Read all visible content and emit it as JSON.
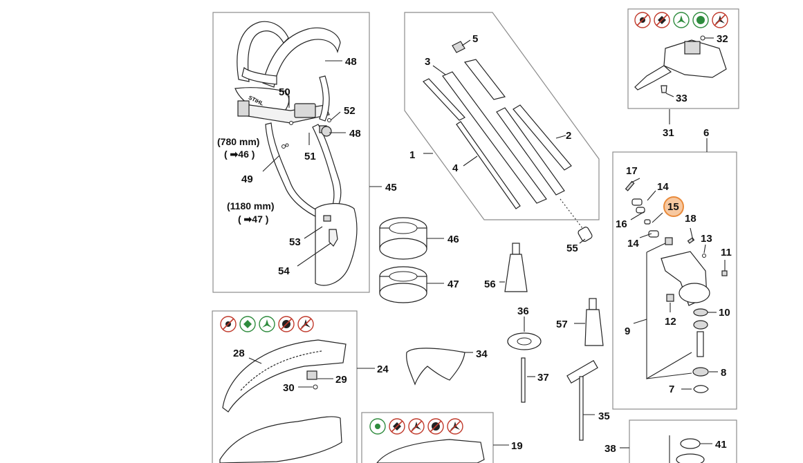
{
  "diagram": {
    "colors": {
      "highlight": "#f7c8a0",
      "highlight_stroke": "#e98a3a",
      "prohibit_red": "#c0392b",
      "allow_green": "#2e8b3d"
    },
    "callouts": [
      {
        "id": "c1",
        "text": "1"
      },
      {
        "id": "c2",
        "text": "2"
      },
      {
        "id": "c3",
        "text": "3"
      },
      {
        "id": "c4",
        "text": "4"
      },
      {
        "id": "c5",
        "text": "5"
      },
      {
        "id": "c6",
        "text": "6"
      },
      {
        "id": "c7",
        "text": "7"
      },
      {
        "id": "c8",
        "text": "8"
      },
      {
        "id": "c9",
        "text": "9"
      },
      {
        "id": "c10",
        "text": "10"
      },
      {
        "id": "c11",
        "text": "11"
      },
      {
        "id": "c12",
        "text": "12"
      },
      {
        "id": "c13",
        "text": "13"
      },
      {
        "id": "c14a",
        "text": "14"
      },
      {
        "id": "c14b",
        "text": "14"
      },
      {
        "id": "c15",
        "text": "15"
      },
      {
        "id": "c16",
        "text": "16"
      },
      {
        "id": "c17",
        "text": "17"
      },
      {
        "id": "c18",
        "text": "18"
      },
      {
        "id": "c19",
        "text": "19"
      },
      {
        "id": "c24",
        "text": "24"
      },
      {
        "id": "c28",
        "text": "28"
      },
      {
        "id": "c29",
        "text": "29"
      },
      {
        "id": "c30",
        "text": "30"
      },
      {
        "id": "c31",
        "text": "31"
      },
      {
        "id": "c32",
        "text": "32"
      },
      {
        "id": "c33",
        "text": "33"
      },
      {
        "id": "c34",
        "text": "34"
      },
      {
        "id": "c35",
        "text": "35"
      },
      {
        "id": "c36",
        "text": "36"
      },
      {
        "id": "c37",
        "text": "37"
      },
      {
        "id": "c38",
        "text": "38"
      },
      {
        "id": "c41",
        "text": "41"
      },
      {
        "id": "c45",
        "text": "45"
      },
      {
        "id": "c46",
        "text": "46"
      },
      {
        "id": "c47",
        "text": "47"
      },
      {
        "id": "c48a",
        "text": "48"
      },
      {
        "id": "c48b",
        "text": "48"
      },
      {
        "id": "c49",
        "text": "49"
      },
      {
        "id": "c50",
        "text": "50"
      },
      {
        "id": "c51",
        "text": "51"
      },
      {
        "id": "c52",
        "text": "52"
      },
      {
        "id": "c53",
        "text": "53"
      },
      {
        "id": "c54",
        "text": "54"
      },
      {
        "id": "c55",
        "text": "55"
      },
      {
        "id": "c56",
        "text": "56"
      },
      {
        "id": "c57",
        "text": "57"
      }
    ],
    "notes": {
      "strap_short": "(780 mm)",
      "strap_short_ref": "( ➡46 )",
      "strap_long": "(1180 mm)",
      "strap_long_ref": "( ➡47 )"
    },
    "brand_label": "STIHL",
    "highlighted_callout": "15",
    "symbol_rows": [
      {
        "id": "top-right",
        "icons": [
          "mowing-head-prohibited-icon",
          "grass-blade-prohibited-icon",
          "brush-knife-allowed-icon",
          "circular-saw-blade-allowed-icon",
          "brush-knife-prohibited-icon"
        ]
      },
      {
        "id": "deflector-24",
        "icons": [
          "mowing-head-prohibited-icon",
          "grass-blade-allowed-icon",
          "brush-knife-allowed-icon",
          "circular-saw-blade-prohibited-icon",
          "brush-knife-prohibited-icon"
        ]
      },
      {
        "id": "deflector-19",
        "icons": [
          "mowing-head-allowed-icon",
          "grass-blade-prohibited-icon",
          "brush-knife-prohibited-icon",
          "circular-saw-blade-prohibited-icon",
          "brush-knife-prohibited-icon"
        ]
      }
    ]
  }
}
